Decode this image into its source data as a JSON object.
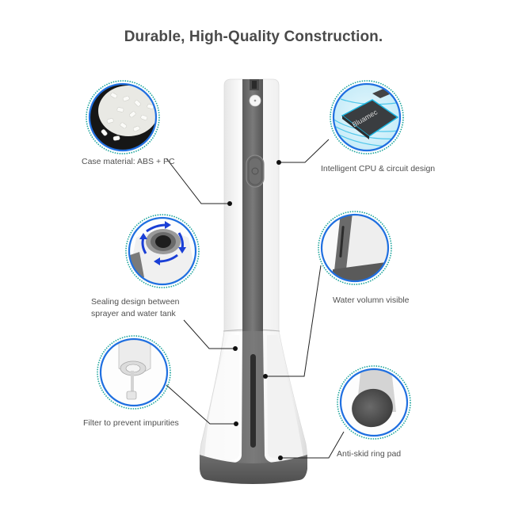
{
  "title": "Durable, High-Quality Construction.",
  "features": [
    {
      "id": "case-material",
      "label": "Case material: ABS + PC",
      "side": "left",
      "image": "white-plastic-pellets"
    },
    {
      "id": "cpu-circuit",
      "label": "Intelligent CPU & circuit design",
      "side": "right",
      "image": "cpu-chip",
      "chip_text": "Bluamec"
    },
    {
      "id": "sealing",
      "label_line1": "Sealing design between",
      "label_line2": "sprayer and water tank",
      "side": "left",
      "image": "rotating-seal-cap"
    },
    {
      "id": "water-window",
      "label": "Water volumn visible",
      "side": "right",
      "image": "water-level-window"
    },
    {
      "id": "filter",
      "label": "Filter to prevent impurities",
      "side": "left",
      "image": "filter-tube"
    },
    {
      "id": "anti-skid",
      "label": "Anti-skid ring pad",
      "side": "right",
      "image": "rubber-base-pad"
    }
  ],
  "colors": {
    "title": "#4a4a4a",
    "label": "#505050",
    "ring_blue": "#1f6fe0",
    "ring_teal_dotted": "#1aa39a",
    "body_gray": "#6b6b6b",
    "body_white": "#f7f7f7",
    "leader_line": "#222222"
  }
}
